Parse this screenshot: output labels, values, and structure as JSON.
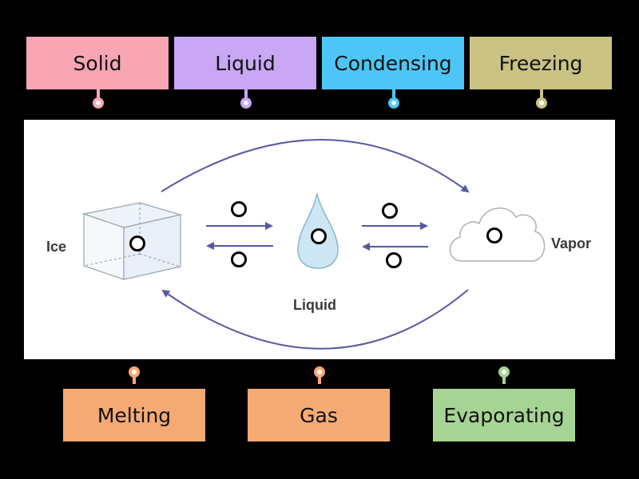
{
  "top_tiles": [
    {
      "label": "Solid",
      "color": "#f8a5b4"
    },
    {
      "label": "Liquid",
      "color": "#c9a7f5"
    },
    {
      "label": "Condensing",
      "color": "#4dc6f7"
    },
    {
      "label": "Freezing",
      "color": "#cac283"
    }
  ],
  "bottom_tiles": [
    {
      "label": "Melting",
      "color": "#f6aa73"
    },
    {
      "label": "Gas",
      "color": "#f6aa73"
    },
    {
      "label": "Evaporating",
      "color": "#a5d494"
    }
  ],
  "diagram": {
    "labels": {
      "ice": "Ice",
      "liquid": "Liquid",
      "vapor": "Vapor"
    },
    "colors": {
      "arrow": "#5659a4",
      "drop_fill": "#cde6f3",
      "cube_line": "#9aa4b0"
    }
  }
}
